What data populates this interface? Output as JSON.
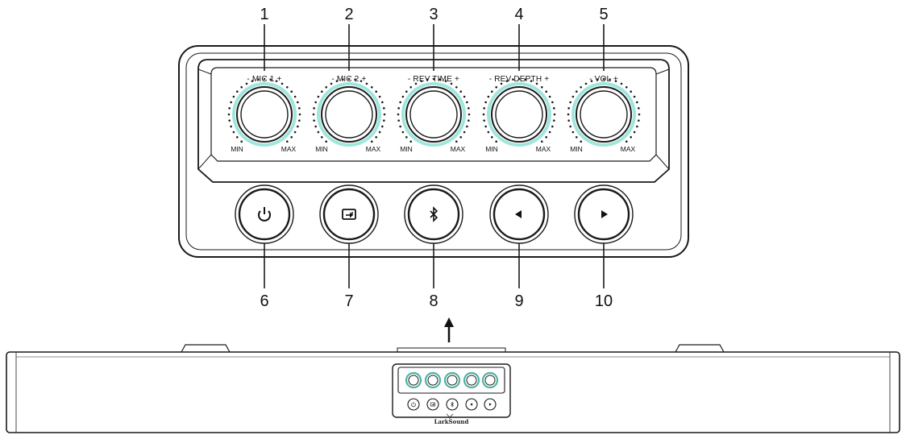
{
  "knobs": [
    {
      "number": "1",
      "label": "- MIC 1 +",
      "min": "MIN",
      "max": "MAX",
      "icon": "knob-icon"
    },
    {
      "number": "2",
      "label": "- MIC 2 +",
      "min": "MIN",
      "max": "MAX",
      "icon": "knob-icon"
    },
    {
      "number": "3",
      "label": "- REV TIME +",
      "min": "MIN",
      "max": "MAX",
      "icon": "knob-icon"
    },
    {
      "number": "4",
      "label": "- REV DEPTH +",
      "min": "MIN",
      "max": "MAX",
      "icon": "knob-icon"
    },
    {
      "number": "5",
      "label": "- VOL +",
      "min": "MIN",
      "max": "MAX",
      "icon": "knob-icon"
    }
  ],
  "buttons": [
    {
      "number": "6",
      "icon": "power-icon"
    },
    {
      "number": "7",
      "icon": "input-source-icon"
    },
    {
      "number": "8",
      "icon": "bluetooth-icon"
    },
    {
      "number": "9",
      "icon": "previous-icon"
    },
    {
      "number": "10",
      "icon": "next-icon"
    }
  ],
  "soundbar": {
    "brand": "LarkSound",
    "arrow_icon": "arrow-up-icon"
  },
  "colors": {
    "line": "#1a1a1a",
    "knob_glow": "#9fe6dc",
    "mini_knob": "#4fb3a3"
  }
}
